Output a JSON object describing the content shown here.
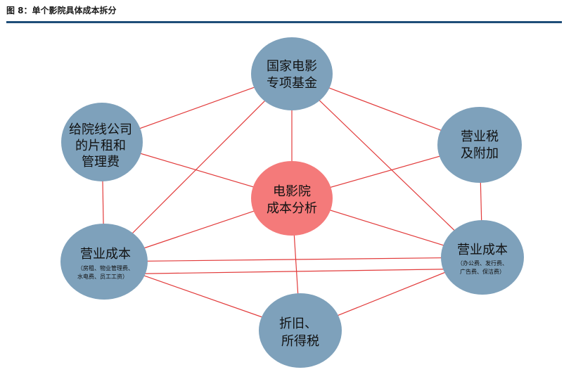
{
  "figure_title": "图 8：单个影院具体成本拆分",
  "colors": {
    "blue_node": "#7ea1bb",
    "center_node": "#f47a7a",
    "edge": "#e23b3b",
    "rule": "#1f4e79"
  },
  "nodes": {
    "fund": {
      "lines": [
        "国家电影",
        "专项基金"
      ]
    },
    "rent": {
      "lines": [
        "给院线公司",
        "的片租和",
        "管理费"
      ]
    },
    "tax": {
      "lines": [
        "营业税",
        "及附加"
      ]
    },
    "center": {
      "lines": [
        "电影院",
        "成本分析"
      ]
    },
    "op_cost_left": {
      "lines": [
        "营业成本"
      ],
      "sub_lines": [
        "（房租、物业管理费、",
        "水电费、员工工资）"
      ]
    },
    "op_cost_right": {
      "lines": [
        "营业成本"
      ],
      "sub_lines": [
        "（办公费、发行费、",
        "广告费、保洁费）"
      ]
    },
    "depreciation": {
      "lines": [
        "折旧、",
        "所得税"
      ]
    }
  }
}
